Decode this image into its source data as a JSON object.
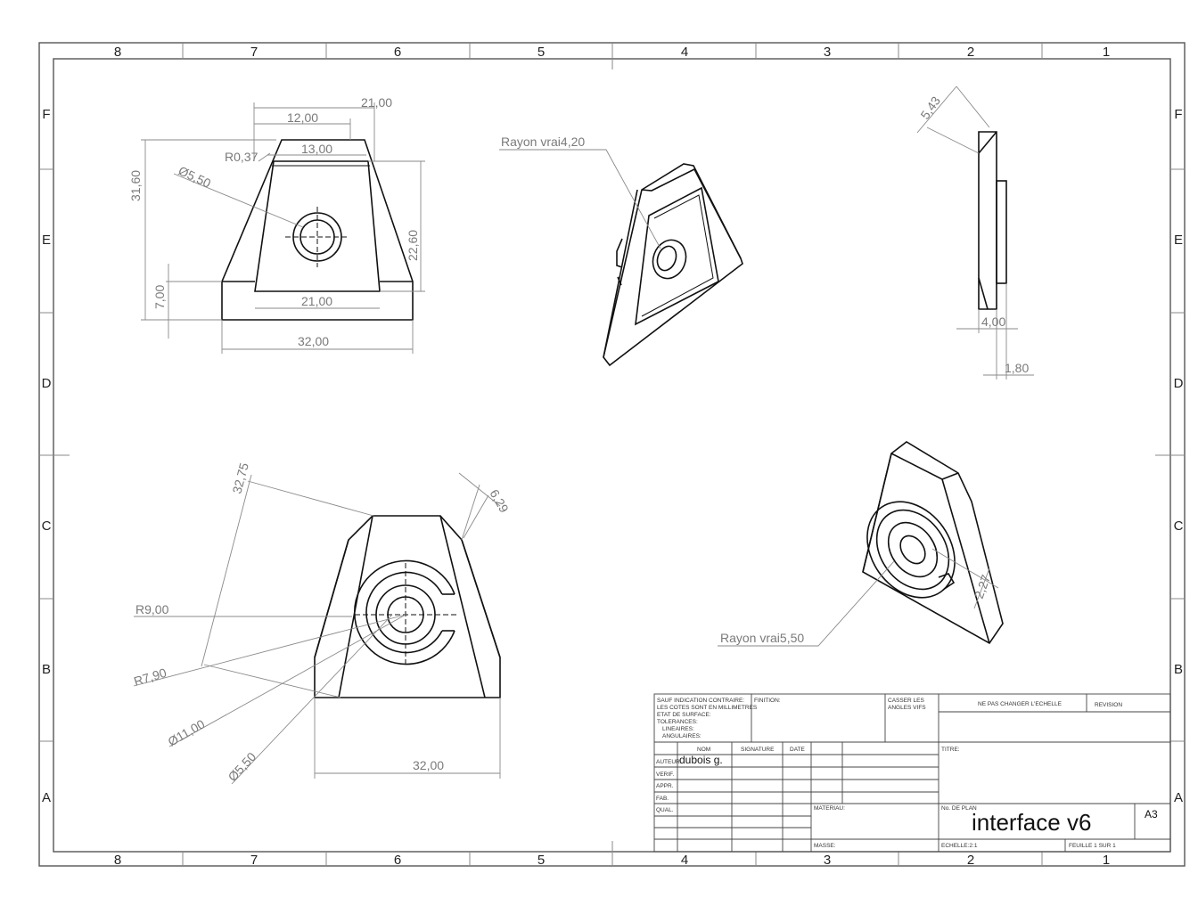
{
  "sheet": {
    "columns": [
      "8",
      "7",
      "6",
      "5",
      "4",
      "3",
      "2",
      "1"
    ],
    "rows": [
      "F",
      "E",
      "D",
      "C",
      "B",
      "A"
    ]
  },
  "views": {
    "front": {
      "dims": [
        "21,00",
        "12,00",
        "13,00",
        "R0,37",
        "Ø5,50",
        "31,60",
        "22,60",
        "7,00",
        "21,00",
        "32,00"
      ]
    },
    "iso_top": {
      "note": "Rayon vrai4,20"
    },
    "side": {
      "dims": [
        "5,43",
        "4,00",
        "1,80"
      ]
    },
    "rear": {
      "dims": [
        "32,75",
        "6,29",
        "R9,00",
        "R7,90",
        "Ø11,00",
        "Ø5,50",
        "32,00"
      ]
    },
    "iso_bottom": {
      "note": "Rayon vrai5,50",
      "dim": "2,27"
    }
  },
  "title_block": {
    "general_notes": [
      "SAUF INDICATION CONTRAIRE:",
      "LES COTES SONT EN MILLIMETRES",
      "ETAT DE SURFACE:",
      "TOLERANCES:",
      "LINEAIRES:",
      "ANGULAIRES:"
    ],
    "finish_label": "FINITION:",
    "break_edges": [
      "CASSER LES",
      "ANGLES VIFS"
    ],
    "scale_note": "NE PAS CHANGER L'ECHELLE",
    "revision_label": "REVISION",
    "headers": {
      "name": "NOM",
      "signature": "SIGNATURE",
      "date": "DATE"
    },
    "roles": [
      "AUTEUR",
      "VERIF.",
      "APPR.",
      "FAB.",
      "QUAL."
    ],
    "author": "dubois g.",
    "title_label": "TITRE:",
    "material_label": "MATERIAU:",
    "drawing_no_label": "No. DE PLAN",
    "drawing_no": "interface v6",
    "format": "A3",
    "mass_label": "MASSE:",
    "scale": "ECHELLE:2:1",
    "sheet": "FEUILLE 1 SUR 1"
  }
}
